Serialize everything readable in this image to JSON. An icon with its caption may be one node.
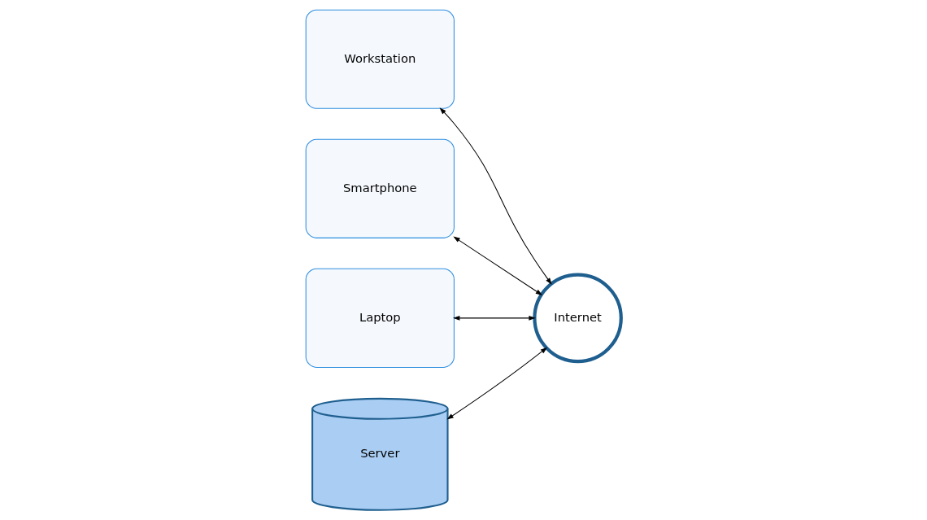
{
  "diagram": {
    "nodes": [
      {
        "text": [
          "Workstation"
        ]
      },
      {
        "text": [
          "Smartphone"
        ]
      },
      {
        "text": [
          "Laptop"
        ]
      },
      {
        "text": [
          "Internet"
        ]
      },
      {
        "text": [
          "Server"
        ]
      }
    ],
    "edges": [
      {
        "from": 3,
        "to": 0,
        "arrow": "both"
      },
      {
        "from": 3,
        "to": 1,
        "arrow": "both"
      },
      {
        "from": 3,
        "to": 2,
        "arrow": "both"
      },
      {
        "from": 3,
        "to": 4,
        "arrow": "both"
      }
    ]
  }
}
